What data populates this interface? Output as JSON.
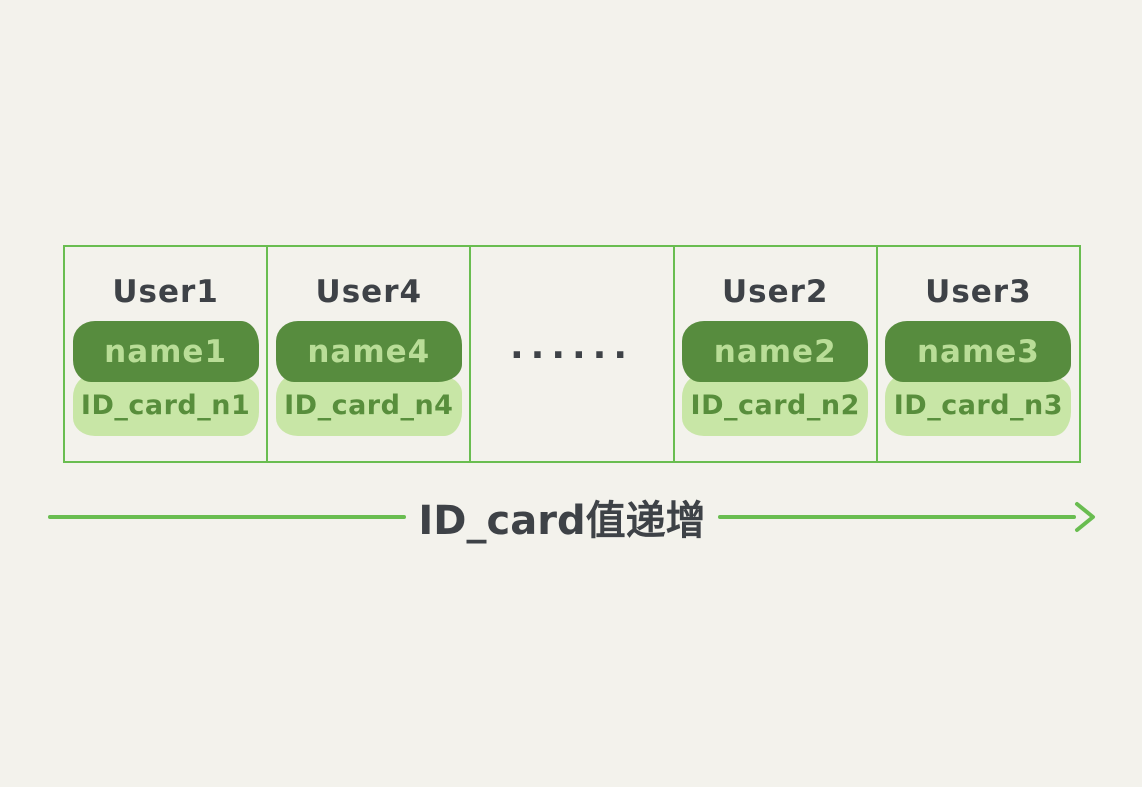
{
  "diagram": {
    "cells": [
      {
        "type": "record",
        "title": "User1",
        "name": "name1",
        "id_card": "ID_card_n1"
      },
      {
        "type": "record",
        "title": "User4",
        "name": "name4",
        "id_card": "ID_card_n4"
      },
      {
        "type": "ellipsis",
        "label": "······"
      },
      {
        "type": "record",
        "title": "User2",
        "name": "name2",
        "id_card": "ID_card_n2"
      },
      {
        "type": "record",
        "title": "User3",
        "name": "name3",
        "id_card": "ID_card_n3"
      }
    ],
    "arrow_label": "ID_card值递增",
    "colors": {
      "background": "#f3f2ec",
      "border_green": "#69bd50",
      "dark_pill": "#578c3e",
      "dark_pill_text": "#b9dd97",
      "light_pill": "#c8e6a6",
      "light_pill_text": "#588e3c",
      "text_dark": "#3e4247"
    }
  }
}
